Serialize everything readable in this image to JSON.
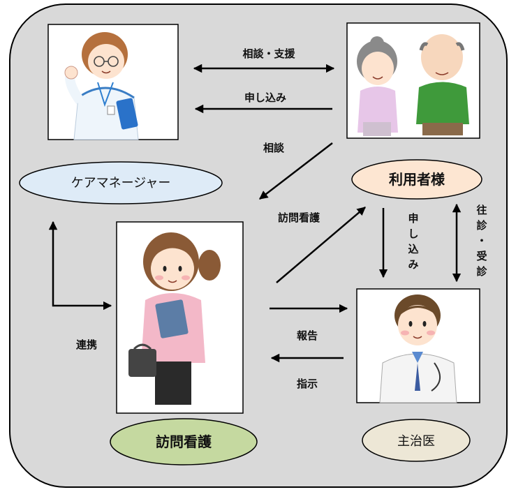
{
  "roles": {
    "care_manager": "ケアマネージャー",
    "user": "利用者様",
    "visiting_nurse": "訪問看護",
    "doctor": "主治医"
  },
  "arrow_labels": {
    "consult_support": "相談・支援",
    "application_top": "申し込み",
    "consult": "相談",
    "visiting_nurse_arrow": "訪問看護",
    "application_side": [
      "申",
      "し",
      "込",
      "み"
    ],
    "home_visit": [
      "往",
      "診",
      "・",
      "受",
      "診"
    ],
    "cooperation": "連携",
    "report": "報告",
    "instruction": "指示"
  },
  "colors": {
    "background": "#d9d9d9",
    "care_manager_fill": "#deebf7",
    "user_fill": "#fde6d2",
    "visiting_nurse_fill": "#c5d9a0",
    "doctor_fill": "#ede7d6"
  }
}
